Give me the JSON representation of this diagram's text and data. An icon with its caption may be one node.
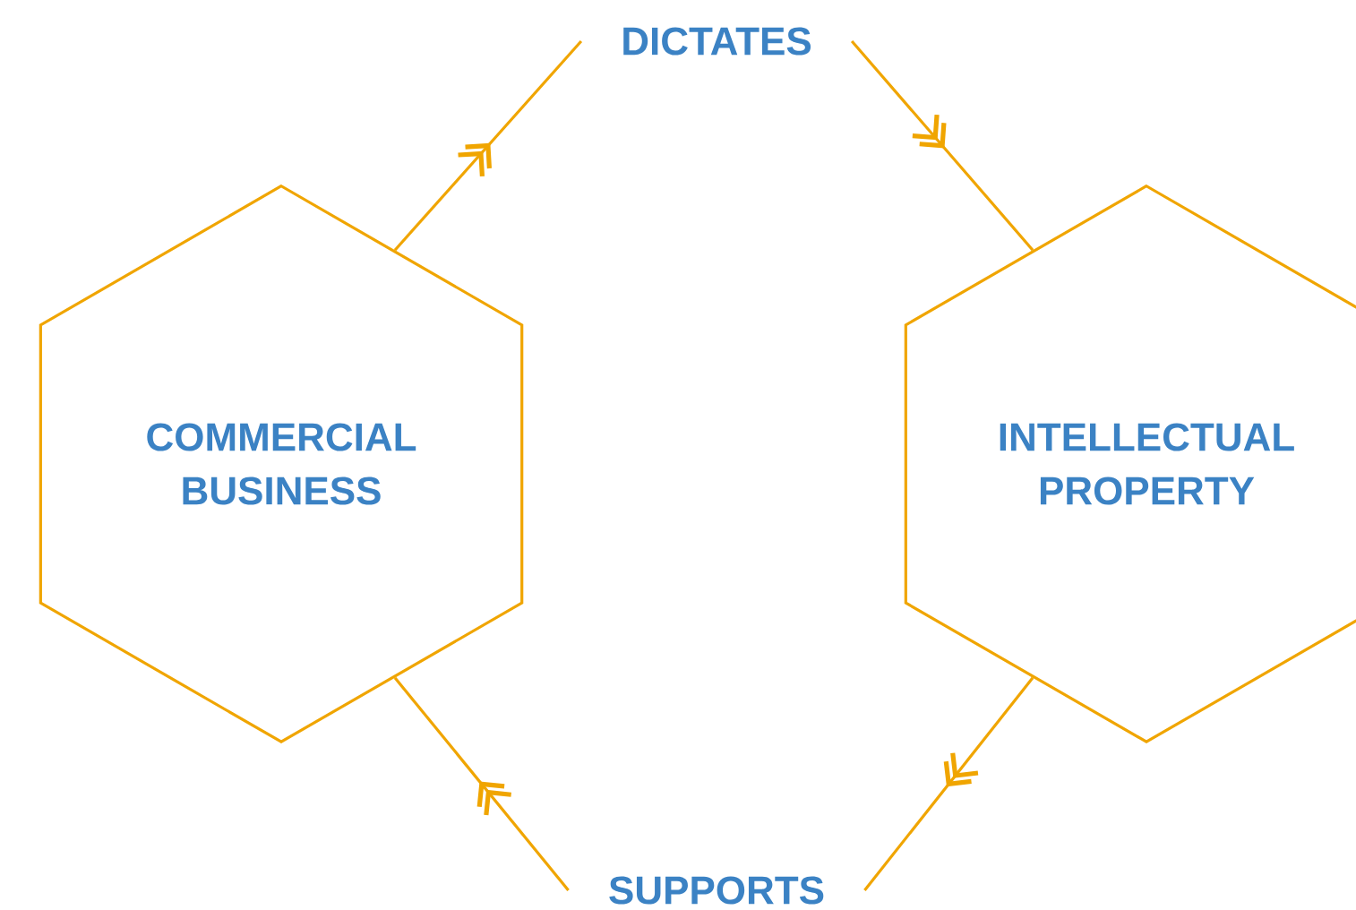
{
  "diagram": {
    "nodes": [
      {
        "text": [
          "COMMERCIAL BUSINESS"
        ]
      },
      {
        "text": [
          "INTELLECTUAL PROPERTY"
        ]
      },
      {
        "text": [
          "DICTATES"
        ]
      },
      {
        "text": [
          "SUPPORTS"
        ]
      }
    ],
    "edges": [
      {
        "from": 0,
        "to": 2,
        "arrow": "to"
      },
      {
        "from": 2,
        "to": 1,
        "arrow": "to"
      },
      {
        "from": 1,
        "to": 3,
        "arrow": "to"
      },
      {
        "from": 3,
        "to": 0,
        "arrow": "to"
      }
    ]
  }
}
